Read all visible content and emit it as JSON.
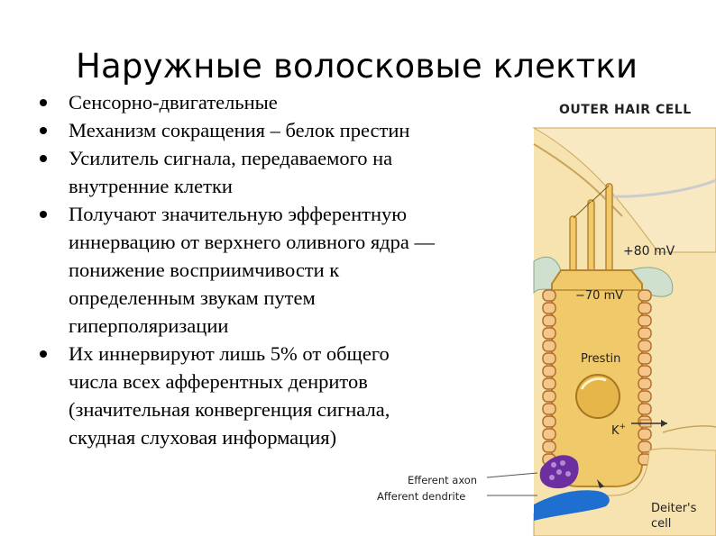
{
  "slide": {
    "title": "Наружные волосковые клектки",
    "bullets": [
      {
        "lines": [
          "Сенсорно-двигательные"
        ]
      },
      {
        "lines": [
          "Механизм сокращения – белок престин"
        ]
      },
      {
        "lines": [
          "Усилитель сигнала, передаваемого на",
          "внутренние клетки"
        ]
      },
      {
        "lines": [
          "Получают значительную эфферентную",
          "иннервацию от верхнего оливного ядра —",
          "понижение восприимчивости к",
          "определенным звукам путем",
          "гиперполяризации"
        ]
      },
      {
        "lines": [
          "Их иннервируют лишь 5%  от общего",
          "числа всех афферентных денритов",
          "(значительная конвергенция сигнала,",
          "скудная слуховая информация)"
        ]
      }
    ]
  },
  "figure": {
    "header": "OUTER HAIR CELL",
    "labels": {
      "plus80": "+80 mV",
      "minus70": "−70 mV",
      "prestin": "Prestin",
      "kplus": "K",
      "kplus_sup": "+",
      "efferent": "Efferent axon",
      "afferent": "Afferent dendrite",
      "deiters1": "Deiter's",
      "deiters2": "cell"
    },
    "colors": {
      "background_tissue": "#f6e3b0",
      "cell_body": "#f0c96a",
      "cell_outline": "#b8862a",
      "tectorial": "#f3dca8",
      "support_green": "#cfe0cf",
      "efferent": "#6b2fa0",
      "afferent": "#1e6fd0"
    }
  }
}
